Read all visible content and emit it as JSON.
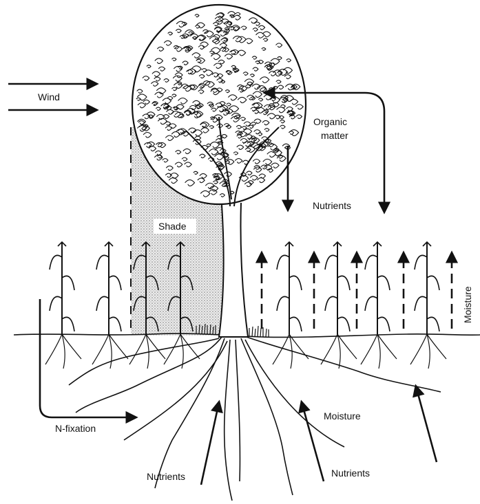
{
  "labels": {
    "wind": "Wind",
    "organic_matter_line1": "Organic",
    "organic_matter_line2": "matter",
    "nutrients_top": "Nutrients",
    "shade": "Shade",
    "moisture_side": "Moisture",
    "moisture_roots": "Moisture",
    "n_fixation": "N-fixation",
    "nutrients_bottom_left": "Nutrients",
    "nutrients_bottom_right": "Nutrients"
  },
  "colors": {
    "ink": "#111111",
    "shade_fill": "#d6d6d6",
    "background": "#ffffff"
  }
}
